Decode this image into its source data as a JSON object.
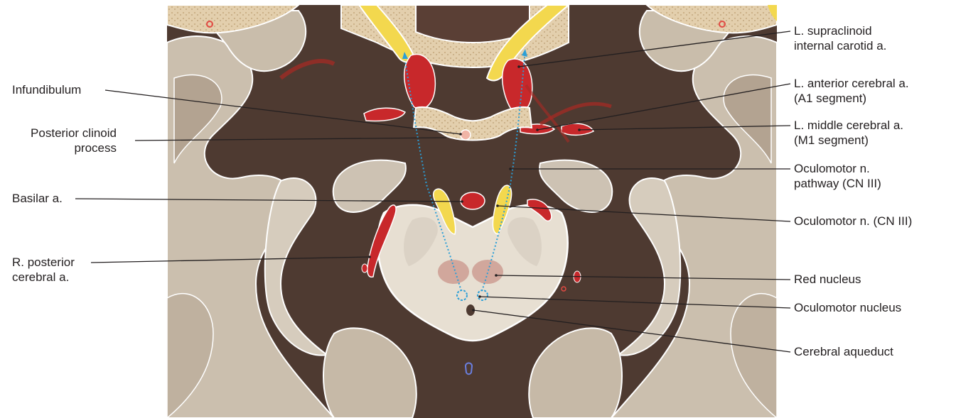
{
  "labels": {
    "infundibulum": [
      "Infundibulum"
    ],
    "posterior_clinoid": [
      "Posterior clinoid",
      "process"
    ],
    "basilar": [
      "Basilar a."
    ],
    "r_posterior_cerebral": [
      "R. posterior",
      "cerebral a."
    ],
    "l_supraclinoid_ica": [
      "L. supraclinoid",
      "internal carotid a."
    ],
    "l_anterior_cerebral": [
      "L. anterior cerebral a.",
      "(A1 segment)"
    ],
    "l_middle_cerebral": [
      "L. middle cerebral a.",
      "(M1 segment)"
    ],
    "oculomotor_pathway": [
      "Oculomotor n.",
      "pathway (CN III)"
    ],
    "oculomotor_nerve": [
      "Oculomotor n. (CN III)"
    ],
    "red_nucleus": [
      "Red nucleus"
    ],
    "oculomotor_nucleus": [
      "Oculomotor nucleus"
    ],
    "cerebral_aqueduct": [
      "Cerebral aqueduct"
    ]
  },
  "colors": {
    "background_tissue": "#4e3a31",
    "white_matter": "#d8cfc1",
    "gray_matter": "#b9a998",
    "bone": "#e6d3b2",
    "artery": "#c8282b",
    "artery_light": "#e24a43",
    "nerve": "#f2d64b",
    "pathway_dots": "#2a9fd8",
    "midbrain": "#e4dccf",
    "red_nucleus": "#cc9e93",
    "leader_line": "#231f20"
  }
}
